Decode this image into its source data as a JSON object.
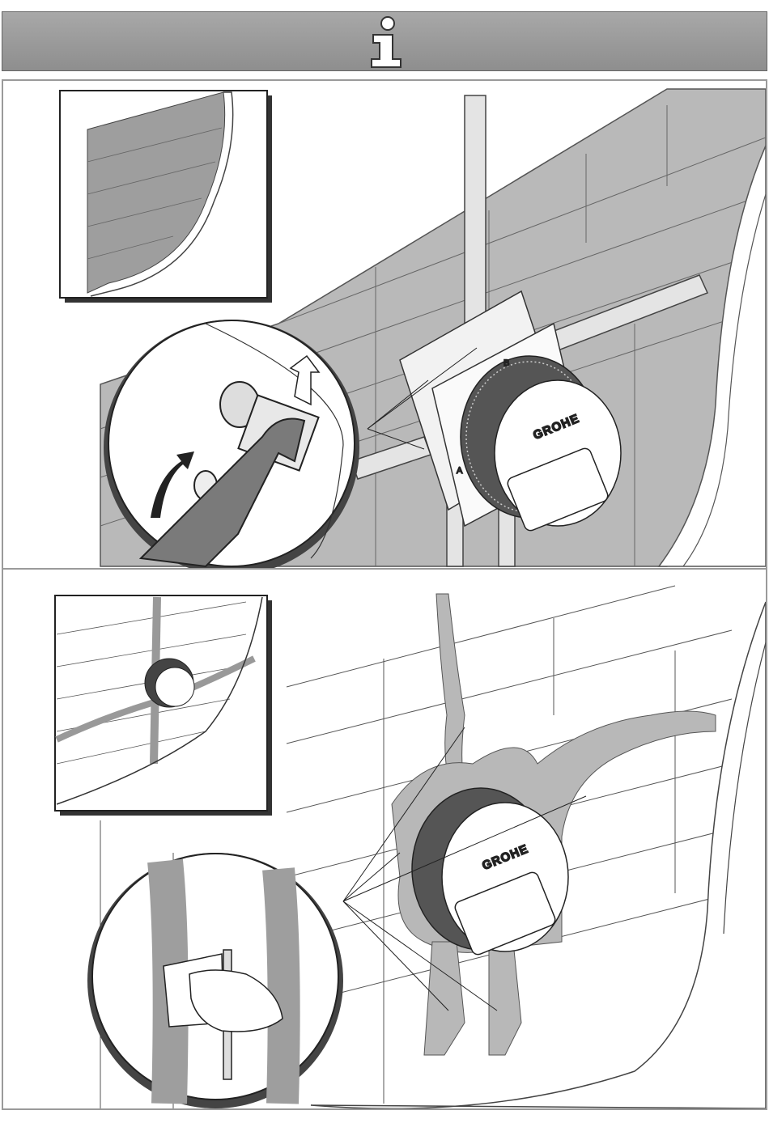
{
  "header": {
    "icon": "info-icon",
    "color": "#9a9a9a"
  },
  "panels": [
    {
      "step": "tighten-nut-on-pipe-fitting",
      "brand_label": "GROHE",
      "mark_a": "A",
      "mark_b": "B"
    },
    {
      "step": "seal-pipes-and-plaster-wall",
      "brand_label": "GROHE"
    }
  ]
}
